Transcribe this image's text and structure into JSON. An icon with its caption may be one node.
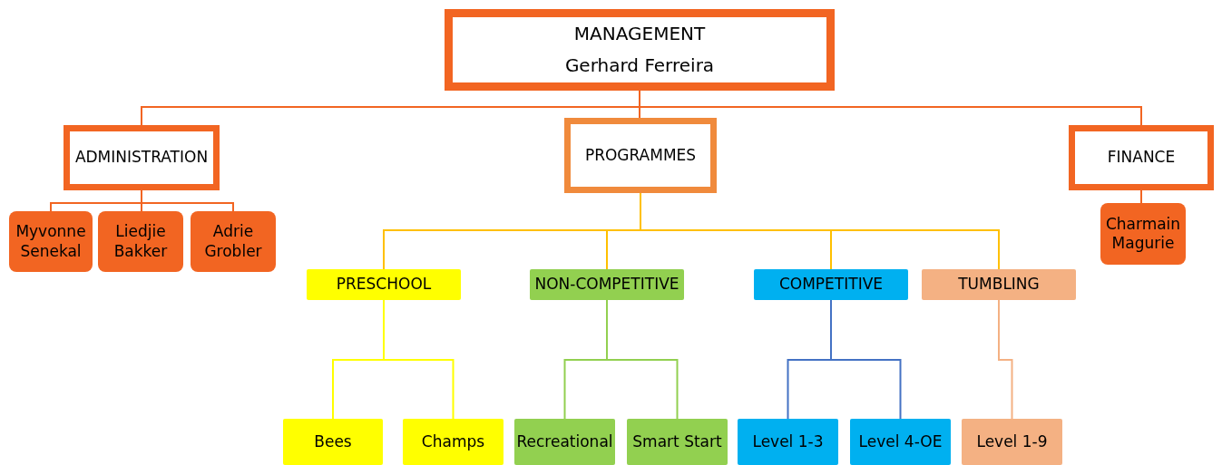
{
  "diagram": {
    "nodes": [
      {
        "text": [
          "MANAGEMENT",
          "Gerhard Ferreira"
        ]
      },
      {
        "text": [
          "ADMINISTRATION"
        ]
      },
      {
        "text": [
          "PROGRAMMES"
        ]
      },
      {
        "text": [
          "FINANCE"
        ]
      },
      {
        "text": [
          "Myvonne Senekal"
        ]
      },
      {
        "text": [
          "Liedjie Bakker"
        ]
      },
      {
        "text": [
          "Adrie Grobler"
        ]
      },
      {
        "text": [
          "Charmain Magurie"
        ]
      },
      {
        "text": [
          "PRESCHOOL"
        ]
      },
      {
        "text": [
          "NON-COMPETITIVE"
        ]
      },
      {
        "text": [
          "COMPETITIVE"
        ]
      },
      {
        "text": [
          "TUMBLING"
        ]
      },
      {
        "text": [
          "Bees"
        ]
      },
      {
        "text": [
          "Champs"
        ]
      },
      {
        "text": [
          "Recreational"
        ]
      },
      {
        "text": [
          "Smart Start"
        ]
      },
      {
        "text": [
          "Level 1-3"
        ]
      },
      {
        "text": [
          "Level 4-OE"
        ]
      },
      {
        "text": [
          "Level 1-9"
        ]
      }
    ],
    "edges": [
      {
        "from": 0,
        "to": 1,
        "arrow": "none"
      },
      {
        "from": 0,
        "to": 2,
        "arrow": "none"
      },
      {
        "from": 0,
        "to": 3,
        "arrow": "none"
      },
      {
        "from": 1,
        "to": 4,
        "arrow": "none"
      },
      {
        "from": 1,
        "to": 5,
        "arrow": "none"
      },
      {
        "from": 1,
        "to": 6,
        "arrow": "none"
      },
      {
        "from": 3,
        "to": 7,
        "arrow": "none"
      },
      {
        "from": 2,
        "to": 8,
        "arrow": "none",
        "color": "#ffc000"
      },
      {
        "from": 2,
        "to": 9,
        "arrow": "none",
        "color": "#ffc000"
      },
      {
        "from": 2,
        "to": 10,
        "arrow": "none",
        "color": "#ffc000"
      },
      {
        "from": 2,
        "to": 11,
        "arrow": "none",
        "color": "#ffc000"
      },
      {
        "from": 8,
        "to": 12,
        "arrow": "none",
        "color": "#ffff00"
      },
      {
        "from": 8,
        "to": 13,
        "arrow": "none",
        "color": "#ffff00"
      },
      {
        "from": 9,
        "to": 14,
        "arrow": "none",
        "color": "#92d050"
      },
      {
        "from": 9,
        "to": 15,
        "arrow": "none",
        "color": "#92d050"
      },
      {
        "from": 10,
        "to": 16,
        "arrow": "none",
        "color": "#4472c4"
      },
      {
        "from": 10,
        "to": 17,
        "arrow": "none",
        "color": "#4472c4"
      },
      {
        "from": 11,
        "to": 18,
        "arrow": "none",
        "color": "#f4b183"
      }
    ]
  }
}
